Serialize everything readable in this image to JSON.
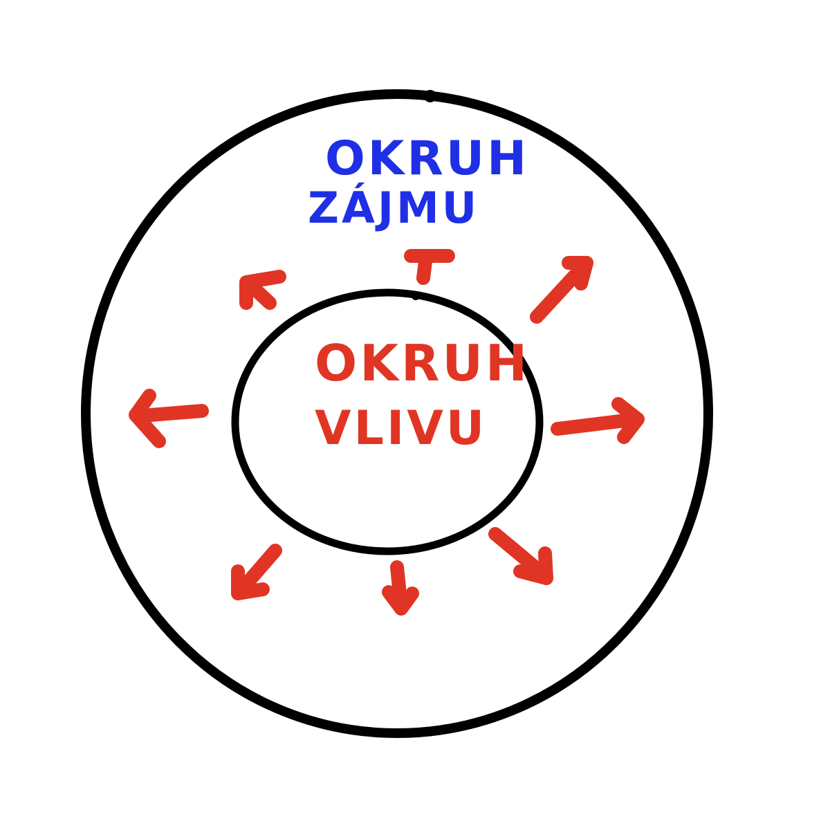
{
  "outer_circle": {
    "label_line1": "OKRUH",
    "label_line2": "ZÁJMU",
    "label_color": "#1f2fe6"
  },
  "inner_circle": {
    "label_line1": "OKRUH",
    "label_line2": "VLIVU",
    "label_color": "#e03524"
  },
  "stroke_color": "#000000",
  "arrow_color": "#e03524",
  "arrow_count": 8
}
